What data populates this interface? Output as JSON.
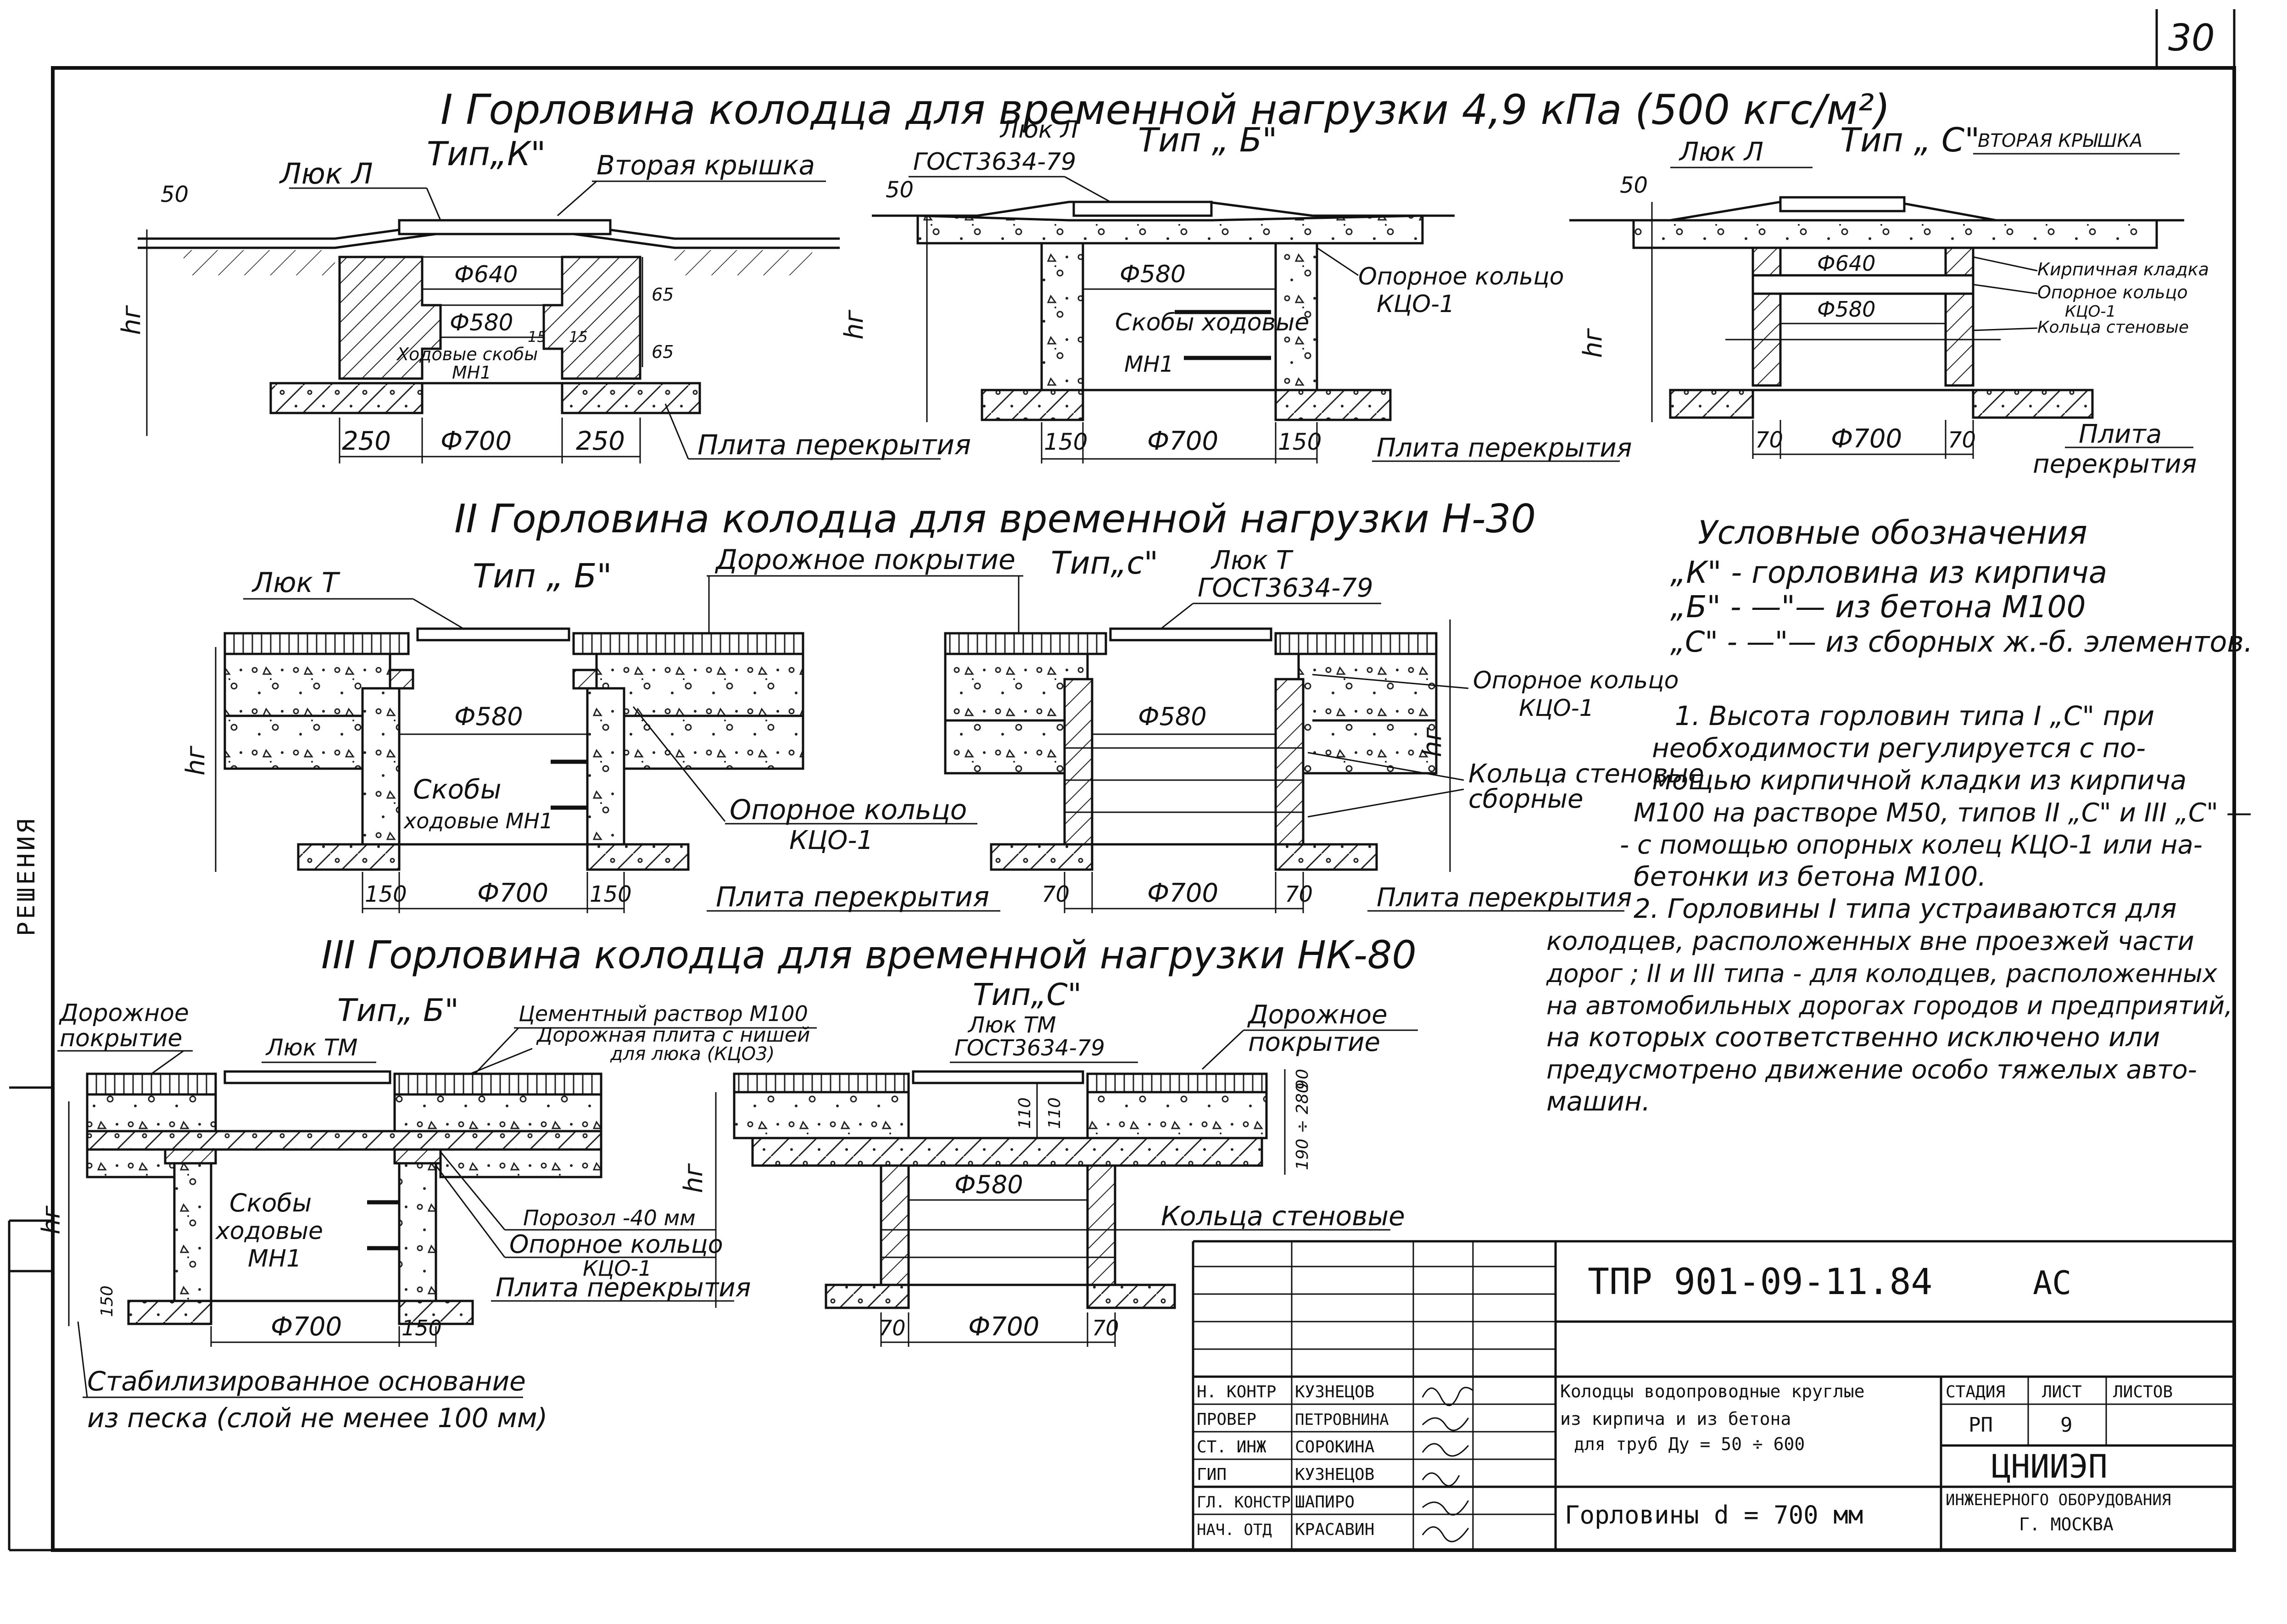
{
  "page_number": "30",
  "side_label": "РЕШЕНИЯ",
  "section1": {
    "title": "I Горловина   колодца  для  временной   нагрузки 4,9 кПа (500 кгс/м²)",
    "typeK": {
      "type_label": "Тип„К\"",
      "hatch_label": "Люк Л",
      "second_cover": "Вторая крышка",
      "dim_top": "Ф640",
      "dim_inner": "Ф580",
      "steps_label": "Ходовые скобы",
      "steps_code": "МН1",
      "dim_bottom": "Ф700",
      "wall_left": "250",
      "wall_right": "250",
      "height": "hг",
      "cover_h": "50",
      "v1": "65",
      "v2": "65",
      "v3": "15",
      "v4": "15",
      "slab": "Плита перекрытия"
    },
    "typeB": {
      "type_label": "Тип „ Б\"",
      "hatch_label": "Люк Л",
      "gost": "ГОСТ3634-79",
      "dim_inner": "Ф580",
      "steps_label": "Скобы ходовые",
      "steps_code": "МН1",
      "ring": "Опорное кольцо",
      "ring_code": "КЦО-1",
      "dim_bottom": "Ф700",
      "wall_left": "150",
      "wall_right": "150",
      "height": "hг",
      "cover_h": "50",
      "slab": "Плита перекрытия"
    },
    "typeC": {
      "type_label": "Тип „ С\"",
      "hatch_label": "Люк Л",
      "second_cover": "ВТОРАЯ КРЫШКА",
      "dim_top": "Ф640",
      "dim_inner": "Ф580",
      "brick": "Кирпичная кладка",
      "ring": "Опорное кольцо",
      "ring_code": "КЦО-1",
      "wall_rings": "Кольца стеновые",
      "dim_bottom": "Ф700",
      "wall_left": "70",
      "wall_right": "70",
      "height": "hг",
      "cover_h": "50",
      "slab": "Плита",
      "slab2": "перекрытия"
    }
  },
  "section2": {
    "title": "II Горловина   колодца   для  временной   нагрузки  Н-30",
    "road_cover": "Дорожное покрытие",
    "typeB": {
      "type_label": "Тип „ Б\"",
      "hatch_label": "Люк Т",
      "dim_inner": "Ф580",
      "steps_label": "Скобы",
      "steps_code": "ходовые МН1",
      "ring": "Опорное кольцо",
      "ring_code": "КЦО-1",
      "dim_bottom": "Ф700",
      "wall_left": "150",
      "wall_right": "150",
      "height": "hг",
      "slab": "Плита перекрытия"
    },
    "typeC": {
      "type_label": "Тип„с\"",
      "hatch_label": "Люк Т",
      "gost": "ГОСТ3634-79",
      "dim_inner": "Ф580",
      "ring": "Опорное кольцо",
      "ring_code": "КЦО-1",
      "wall_rings": "Кольца стеновые",
      "wall_rings2": "сборные",
      "dim_bottom": "Ф700",
      "wall_left": "70",
      "wall_right": "70",
      "height": "hг",
      "slab": "Плита перекрытия"
    }
  },
  "section3": {
    "title": "III Горловина колодца для временной нагрузки НК-80",
    "typeB": {
      "type_label": "Тип„ Б\"",
      "road_cover": "Дорожное",
      "road_cover2": "покрытие",
      "hatch_label": "Люк ТМ",
      "cement": "Цементный раствор М100",
      "road_slab": "Дорожная плита с нишей",
      "road_slab2": "для люка (КЦО3)",
      "steps_label": "Скобы",
      "steps_code": "ходовые",
      "steps_code2": "МН1",
      "porozol": "Порозол -40 мм",
      "ring": "Опорное кольцо",
      "ring_code": "КЦО-1",
      "slab": "Плита перекрытия",
      "dim_bottom": "Ф700",
      "wall_right": "150",
      "base_dim": "150",
      "height": "hг",
      "base_label": "Стабилизированное основание",
      "base_label2": "из песка (слой не менее 100 мм)"
    },
    "typeC": {
      "type_label": "Тип„С\"",
      "hatch_label": "Люк ТМ",
      "gost": "ГОСТ3634-79",
      "road_cover": "Дорожное",
      "road_cover2": "покрытие",
      "dim_inner": "Ф580",
      "wall_rings": "Кольца стеновые",
      "dim_bottom": "Ф700",
      "wall_left": "70",
      "wall_right": "70",
      "height": "hг",
      "v_a": "110",
      "v_b": "110",
      "v_c": "90",
      "v_d": "190 ÷ 280"
    }
  },
  "legend": {
    "title": "Условные  обозначения",
    "items": [
      "„К\" -  горловина из кирпича",
      "„Б\" -   —\"—   из бетона М100",
      "„С\" -   —\"—   из сборных ж.-б. элементов."
    ]
  },
  "notes": [
    "1. Высота горловин типа I „С\" при",
    "необходимости регулируется с по-",
    "мощью кирпичной кладки из кирпича",
    "М100 на растворе М50, типов II „С\" и III „С\" —",
    "- с помощью опорных колец КЦО-1 или на-",
    "бетонки из бетона  М100.",
    "2. Горловины I типа устраиваются для",
    "колодцев, расположенных вне проезжей части",
    "дорог ; II и III типа - для колодцев, расположенных",
    "на автомобильных дорогах городов и предприятий,",
    "на которых соответственно исключено или",
    "предусмотрено движение особо тяжелых авто-",
    "машин."
  ],
  "titleblock": {
    "project_code": "ТПР 901-09-11.84",
    "mark": "АС",
    "roles": [
      {
        "role": "Н. КОНТР",
        "name": "КУЗНЕЦОВ"
      },
      {
        "role": "ПРОВЕР",
        "name": "ПЕТРОВНИНА"
      },
      {
        "role": "СТ. ИНЖ",
        "name": "СОРОКИНА"
      },
      {
        "role": "ГИП",
        "name": "КУЗНЕЦОВ"
      },
      {
        "role": "ГЛ. КОНСТР",
        "name": "ШАПИРО"
      },
      {
        "role": "НАЧ. ОТД",
        "name": "КРАСАВИН"
      }
    ],
    "desc1": "Колодцы водопроводные круглые",
    "desc2": "из кирпича и из бетона",
    "desc3": "для труб Ду = 50 ÷ 600",
    "stage_h": "СТАДИЯ",
    "sheet_h": "ЛИСТ",
    "sheets_h": "ЛИСТОВ",
    "stage": "РП",
    "sheet": "9",
    "sheets": "",
    "sheet_title": "Горловины  d = 700 мм",
    "org1": "ЦНИИЭП",
    "org2": "ИНЖЕНЕРНОГО ОБОРУДОВАНИЯ",
    "org3": "Г. МОСКВА"
  }
}
